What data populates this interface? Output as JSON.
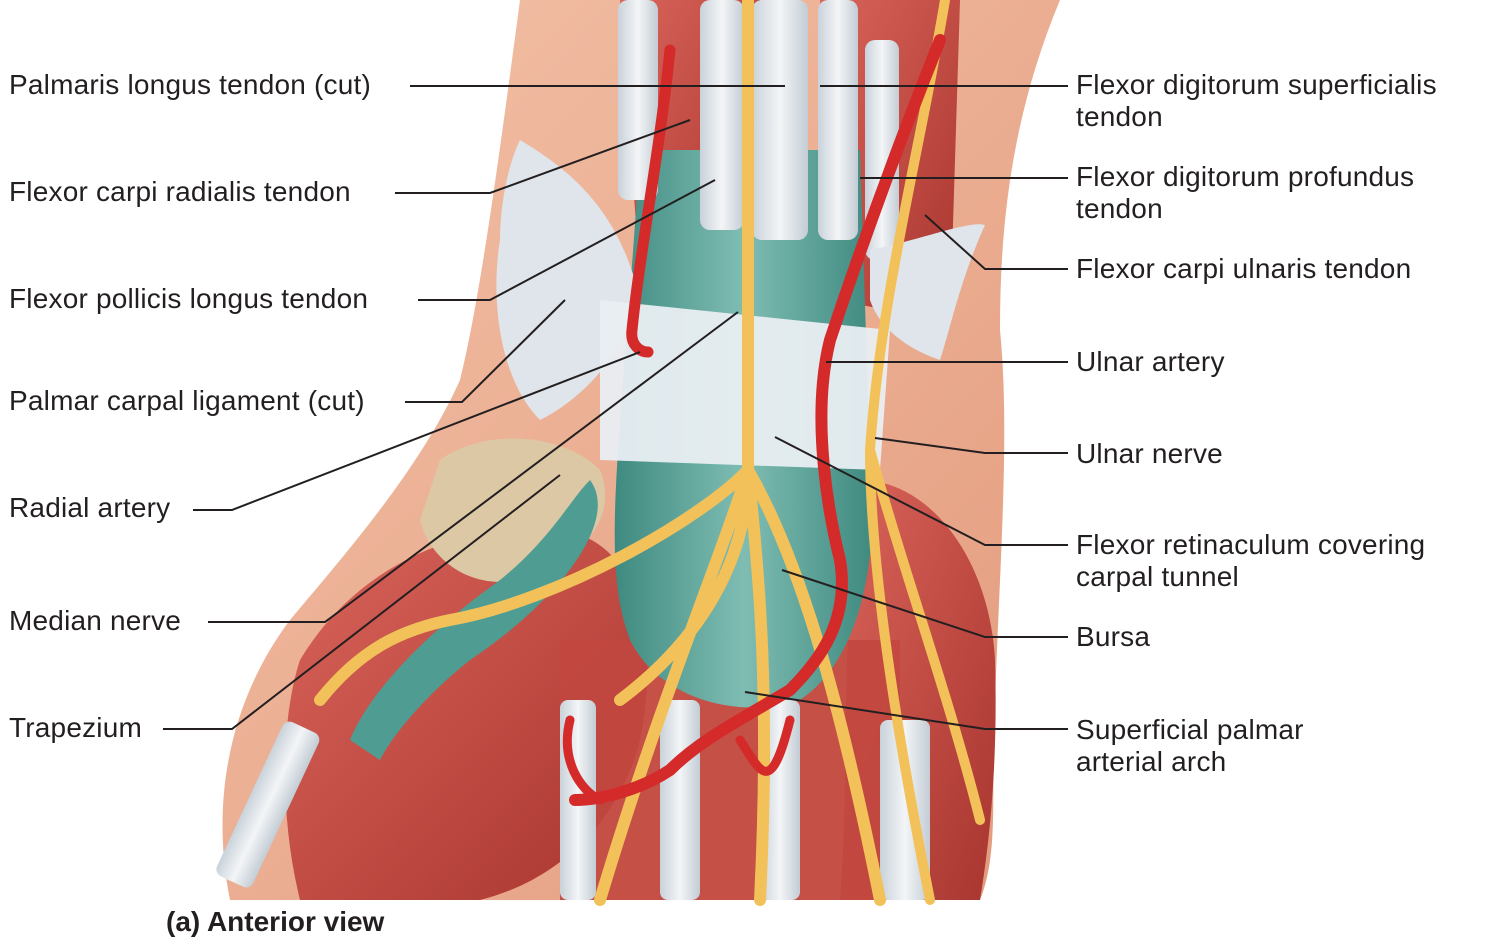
{
  "caption": "(a) Anterior view",
  "colors": {
    "background": "#ffffff",
    "skin": "#e9a98c",
    "muscle": "#c94b43",
    "tendon": "#e4e9ee",
    "sheath": "#4e9c92",
    "nerve": "#f2c15a",
    "artery": "#d42a2a",
    "bone": "#d9c6a4",
    "leader": "#231f20"
  },
  "left_labels": [
    "Palmaris longus tendon (cut)",
    "Flexor carpi radialis tendon",
    "Flexor pollicis longus tendon",
    "Palmar carpal ligament (cut)",
    "Radial artery",
    "Median nerve",
    "Trapezium"
  ],
  "right_labels": [
    {
      "line1": "Flexor digitorum superficialis",
      "line2": "tendon"
    },
    {
      "line1": "Flexor digitorum profundus",
      "line2": "tendon"
    },
    {
      "line1": "Flexor carpi ulnaris tendon",
      "line2": ""
    },
    {
      "line1": "Ulnar artery",
      "line2": ""
    },
    {
      "line1": "Ulnar nerve",
      "line2": ""
    },
    {
      "line1": "Flexor retinaculum covering",
      "line2": "carpal tunnel"
    },
    {
      "line1": "Bursa",
      "line2": ""
    },
    {
      "line1": "Superficial palmar",
      "line2": "arterial arch"
    }
  ]
}
